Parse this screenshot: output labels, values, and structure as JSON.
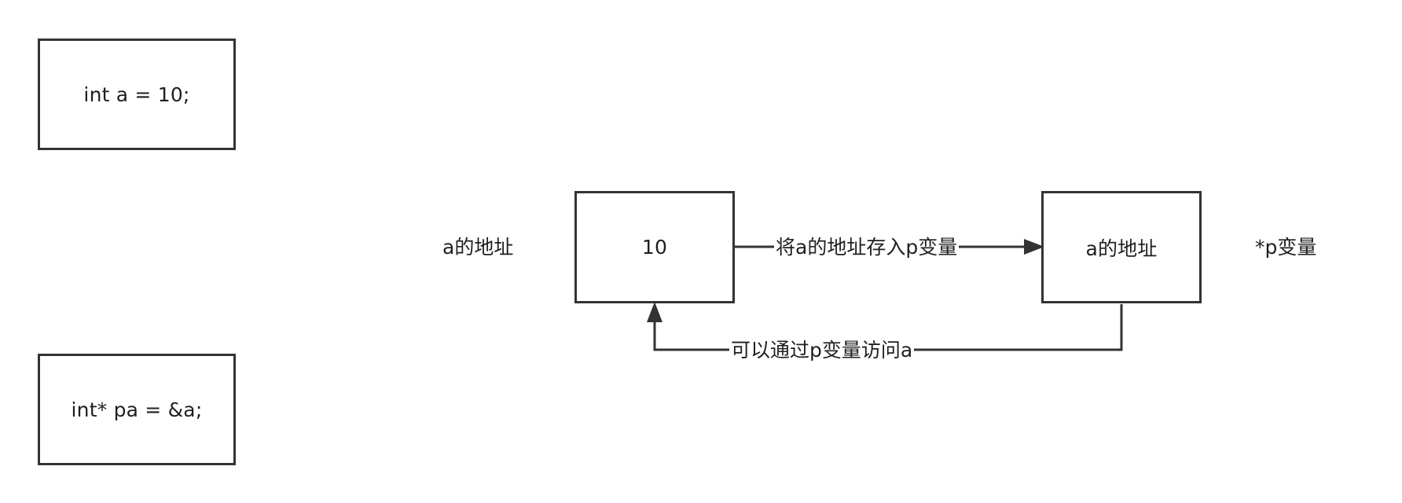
{
  "code_snippets": {
    "declare_int": "int a = 10;",
    "declare_pointer": "int* pa = &a;"
  },
  "memory": {
    "value_box": "10",
    "address_box": "a的地址",
    "left_label": "a的地址",
    "right_label": "*p变量"
  },
  "edges": {
    "store_address": "将a的地址存入p变量",
    "access_via_pointer": "可以通过p变量访问a"
  },
  "colors": {
    "stroke": "#333333",
    "text": "#1f1f1f",
    "background": "#ffffff"
  }
}
